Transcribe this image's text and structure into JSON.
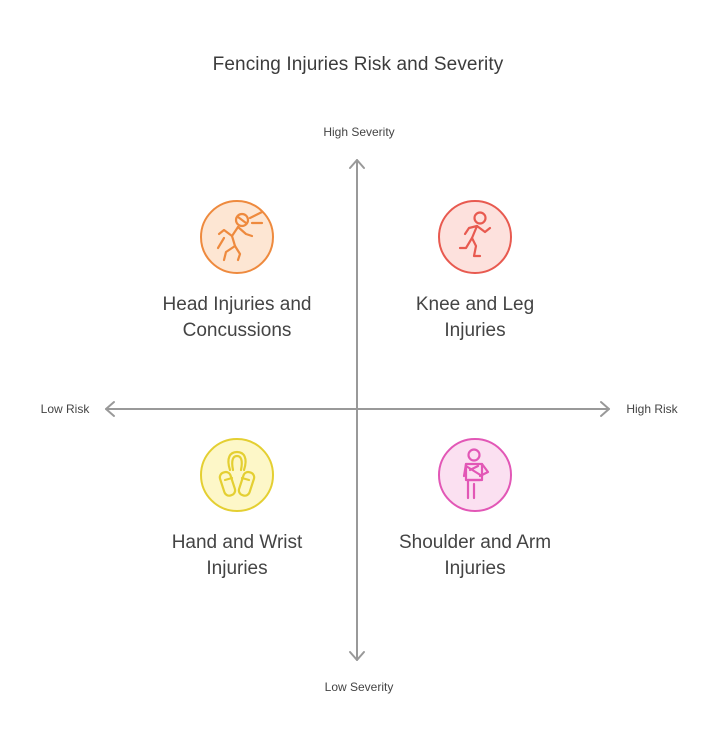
{
  "title": "Fencing Injuries Risk and Severity",
  "axes": {
    "y_top": "High Severity",
    "y_bottom": "Low Severity",
    "x_left": "Low Risk",
    "x_right": "High Risk",
    "color": "#999999"
  },
  "quadrants": [
    {
      "position": "top-left",
      "label_line1": "Head Injuries and",
      "label_line2": "Concussions",
      "icon": "fencer-lunge-icon",
      "color": "#ee8a3e"
    },
    {
      "position": "top-right",
      "label_line1": "Knee and Leg",
      "label_line2": "Injuries",
      "icon": "running-person-icon",
      "color": "#e85a50"
    },
    {
      "position": "bottom-left",
      "label_line1": "Hand and Wrist",
      "label_line2": "Injuries",
      "icon": "hand-grip-icon",
      "color": "#e4cf32"
    },
    {
      "position": "bottom-right",
      "label_line1": "Shoulder and Arm",
      "label_line2": "Injuries",
      "icon": "arm-sling-icon",
      "color": "#e257b6"
    }
  ]
}
